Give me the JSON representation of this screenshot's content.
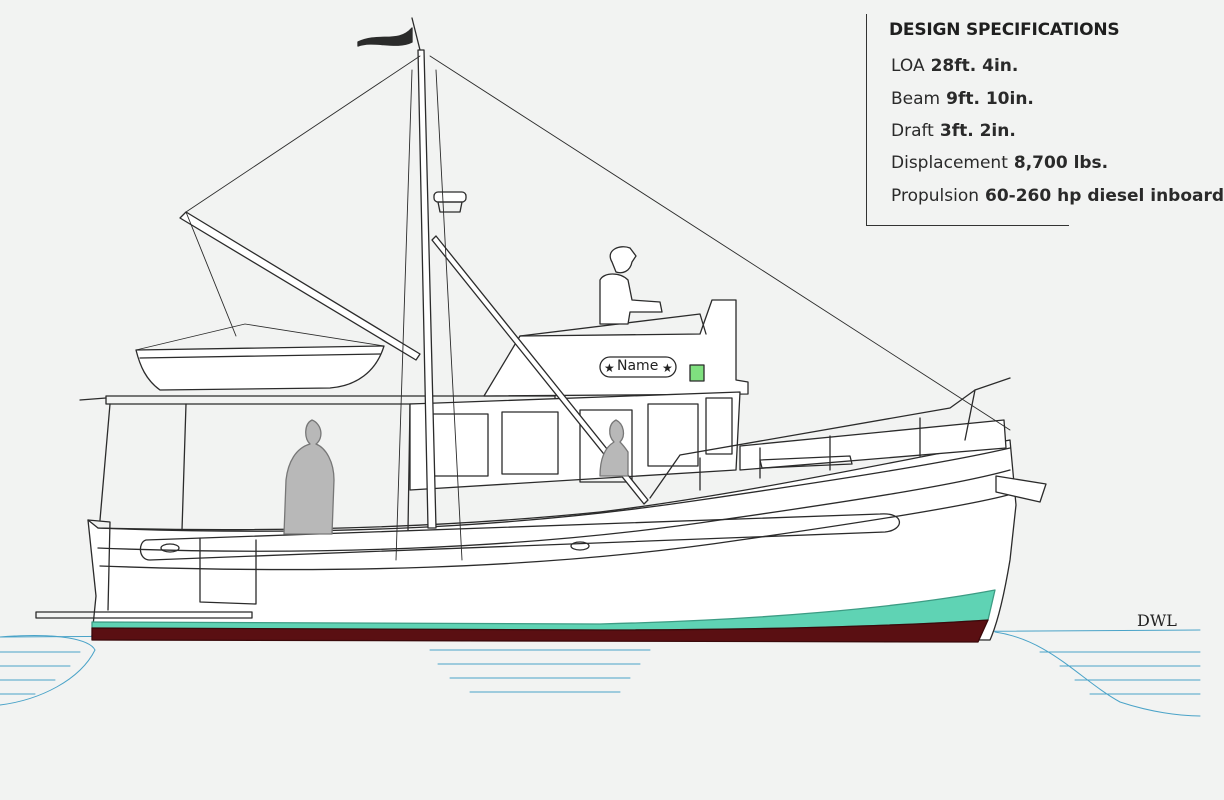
{
  "specs": {
    "title": "DESIGN SPECIFICATIONS",
    "rows": [
      {
        "label": "LOA",
        "value": "28ft. 4in."
      },
      {
        "label": "Beam",
        "value": "9ft. 10in."
      },
      {
        "label": "Draft",
        "value": "3ft. 2in."
      },
      {
        "label": "Displacement",
        "value": "8,700 lbs."
      },
      {
        "label": "Propulsion",
        "value": "60-260 hp diesel inboard"
      }
    ]
  },
  "waterline_label": "DWL",
  "nameboard_text": "Name",
  "colors": {
    "background": "#f2f3f2",
    "line": "#2b2b2b",
    "boot_stripe": "#5fd3b4",
    "bottom_paint": "#5a0f12",
    "water": "#4aa3c8",
    "figure": "#b8b8b8"
  }
}
